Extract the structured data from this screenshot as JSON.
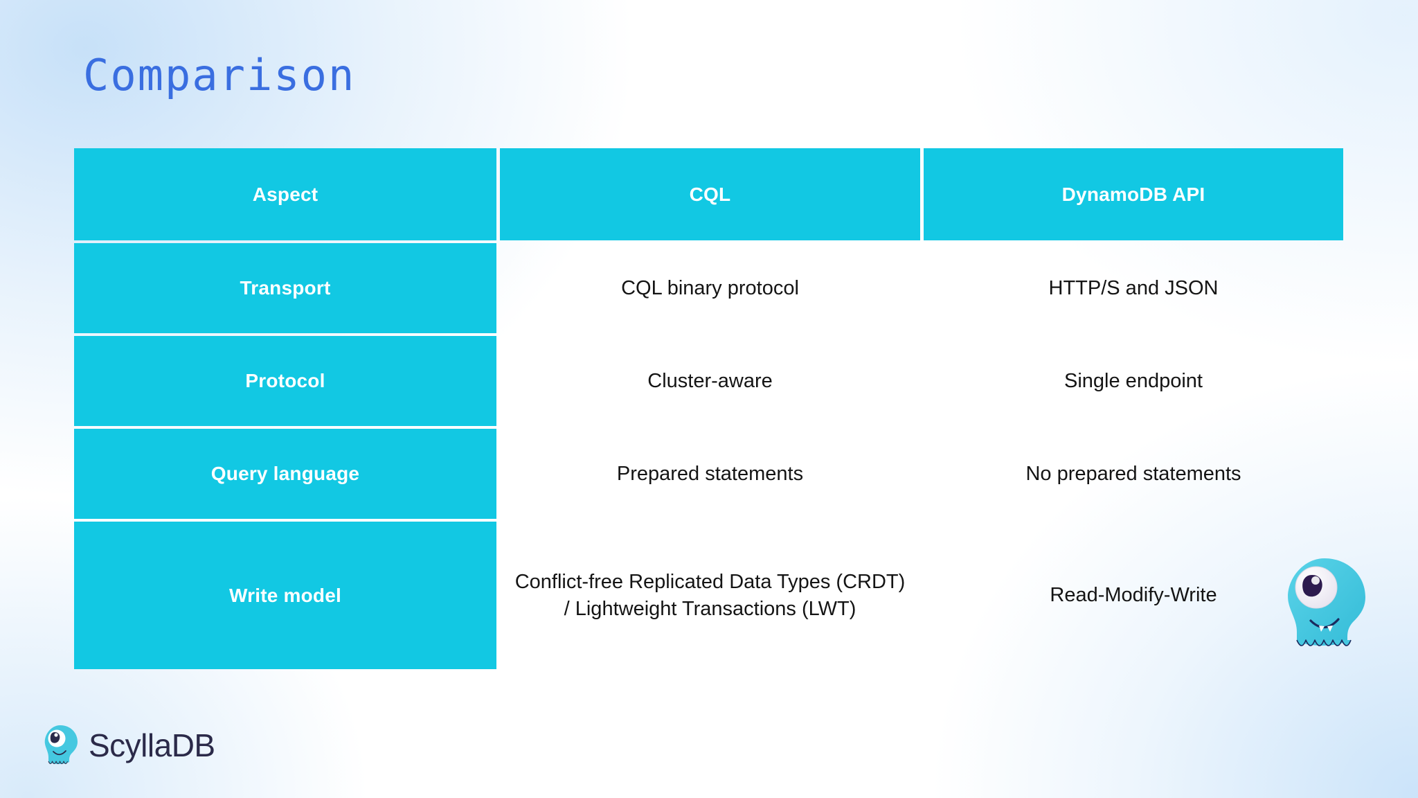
{
  "slide": {
    "title": "Comparison",
    "title_color": "#3a6ee0",
    "accent_color": "#12c8e3",
    "body_text_color": "#141414",
    "background": "light blue radial gradient on white"
  },
  "table": {
    "headers": {
      "aspect": "Aspect",
      "cql": "CQL",
      "dynamodb": "DynamoDB API"
    },
    "rows": [
      {
        "aspect": "Transport",
        "cql": "CQL binary protocol",
        "dynamodb": "HTTP/S and JSON"
      },
      {
        "aspect": "Protocol",
        "cql": "Cluster-aware",
        "dynamodb": "Single endpoint"
      },
      {
        "aspect": "Query language",
        "cql": "Prepared statements",
        "dynamodb": "No prepared statements"
      },
      {
        "aspect": "Write model",
        "cql": "Conflict-free Replicated Data Types (CRDT) / Lightweight Transactions (LWT)",
        "dynamodb": "Read-Modify-Write"
      }
    ]
  },
  "mascot": {
    "name": "seastar-mascot",
    "body_color": "#45c8e0",
    "eye_color": "#ffffff",
    "pupil_color": "#2d1b4e"
  },
  "logo": {
    "wordmark": "ScyllaDB",
    "mark_name": "scylladb-mascot-icon",
    "mark_color": "#45c8e0",
    "text_color": "#2b2a49"
  }
}
